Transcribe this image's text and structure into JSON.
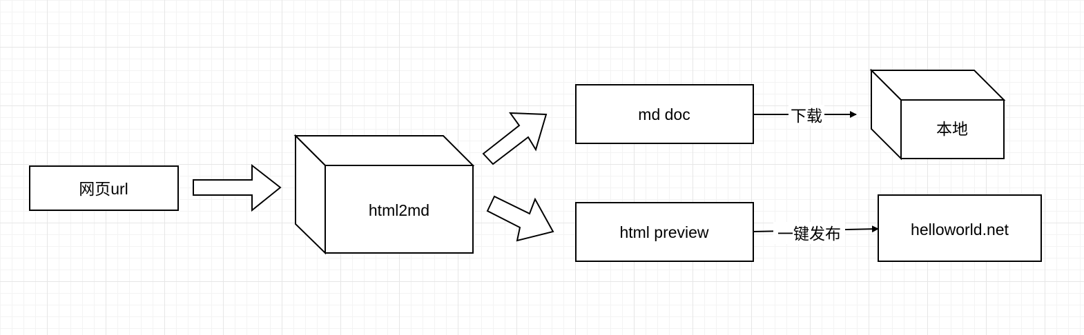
{
  "diagram": {
    "nodes": {
      "webpage_url": "网页url",
      "html2md": "html2md",
      "md_doc": "md doc",
      "html_preview": "html preview",
      "local": "本地",
      "helloworld": "helloworld.net"
    },
    "edges": {
      "download": "下载",
      "one_click_publish": "一键发布"
    }
  }
}
